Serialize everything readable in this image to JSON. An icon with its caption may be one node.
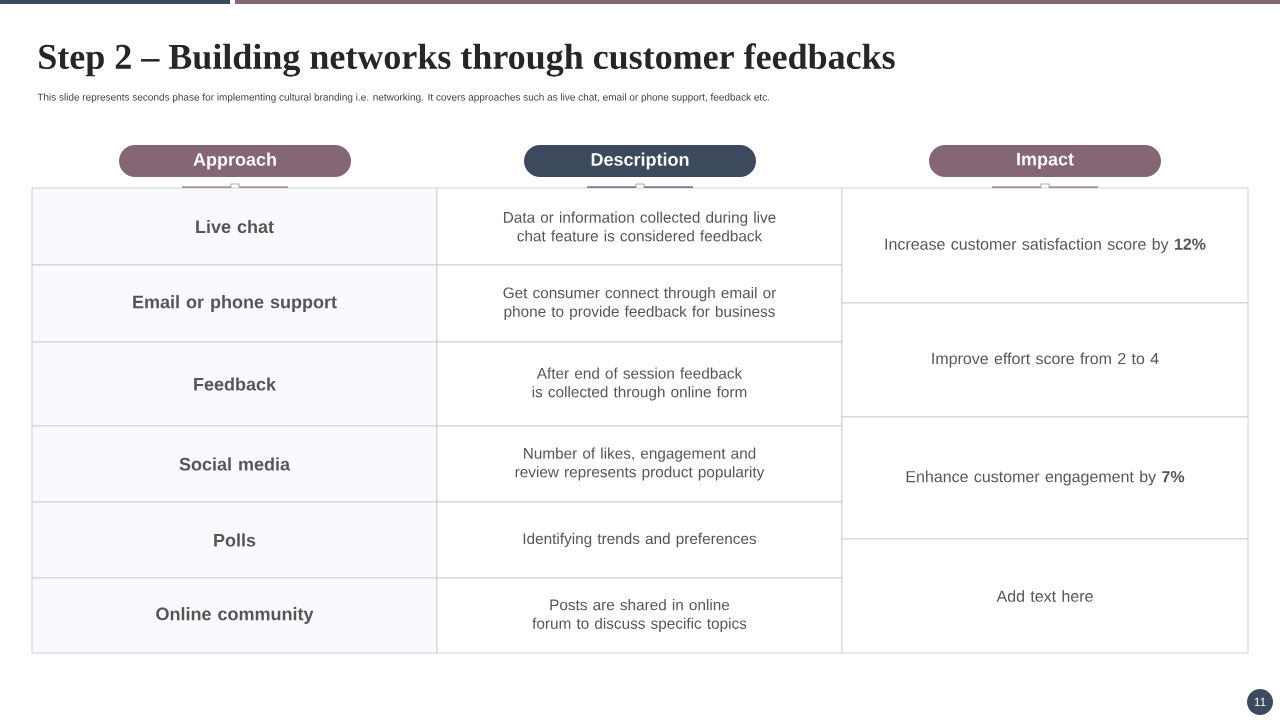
{
  "diagram": {
    "title": "Step 2 – Building networks through customer feedbacks",
    "nodes": [
      {
        "text": [
          "Approach"
        ]
      },
      {
        "text": [
          "Description"
        ]
      },
      {
        "text": [
          "Impact"
        ]
      },
      {
        "text": [
          "Live chat"
        ]
      },
      {
        "text": [
          "Email or phone support"
        ]
      },
      {
        "text": [
          "Feedback"
        ]
      },
      {
        "text": [
          "Social media"
        ]
      },
      {
        "text": [
          "Polls"
        ]
      },
      {
        "text": [
          "Online community"
        ]
      },
      {
        "text": [
          "Data or information collected during live chat feature is considered feedback"
        ]
      },
      {
        "text": [
          "Get consumer connect through email or phone to provide feedback for business"
        ]
      },
      {
        "text": [
          "After end of session feedback is collected through online form"
        ]
      },
      {
        "text": [
          "Number of likes, engagement and review represents product popularity"
        ]
      },
      {
        "text": [
          "Identifying trends and preferences"
        ]
      },
      {
        "text": [
          "Posts are shared in online forum to discuss specific topics"
        ]
      },
      {
        "text": [
          "Increase customer satisfaction score by **12%**"
        ]
      },
      {
        "text": [
          "Improve effort score from 2 to 4"
        ]
      },
      {
        "text": [
          "Enhance customer engagement by **7%**"
        ]
      },
      {
        "text": [
          "Add text here"
        ]
      },
      {
        "text": [
          "11"
        ]
      }
    ],
    "labels": [
      "This slide represents seconds phase for implementing cultural branding i.e. networking. It covers approaches such as live chat, email or phone support, feedback etc."
    ]
  }
}
